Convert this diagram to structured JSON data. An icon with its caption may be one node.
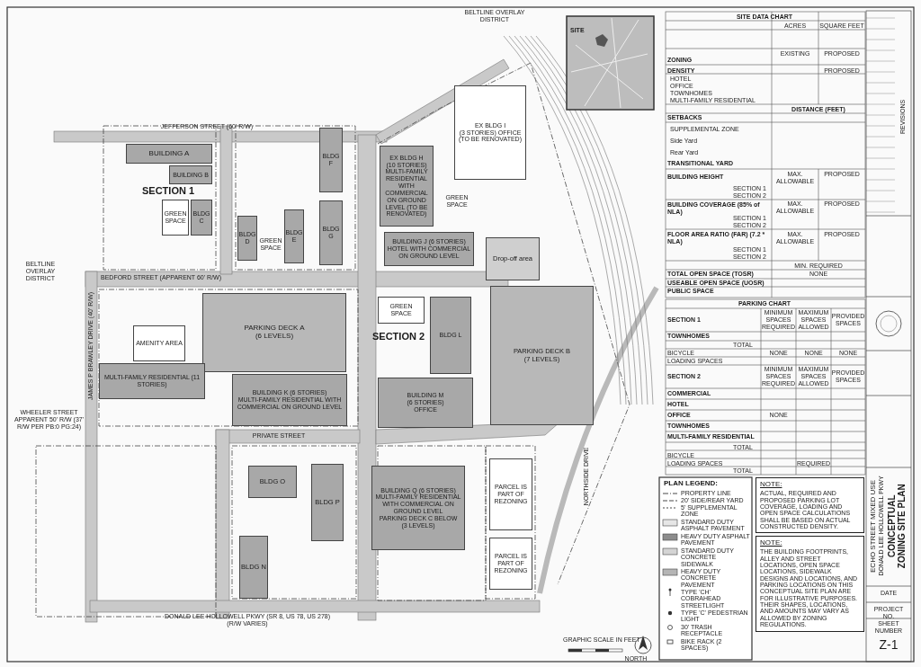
{
  "diagram": {
    "title": "CONCEPTUAL ZONING SITE PLAN",
    "nodes": [
      {
        "text": [
          "BUILDING A"
        ]
      },
      {
        "text": [
          "BUILDING B"
        ]
      },
      {
        "text": [
          "GREEN SPACE"
        ]
      },
      {
        "text": [
          "BLDG C"
        ]
      },
      {
        "text": [
          "BLDG D"
        ]
      },
      {
        "text": [
          "GREEN SPACE"
        ]
      },
      {
        "text": [
          "BLDG E"
        ]
      },
      {
        "text": [
          "BLDG F"
        ]
      },
      {
        "text": [
          "BLDG G"
        ]
      },
      {
        "text": [
          "EX BLDG H",
          "(10 STORIES)",
          "MULTI-FAMILY RESIDENTIAL WITH COMMERCIAL ON GROUND LEVEL (TO BE RENOVATED)"
        ]
      },
      {
        "text": [
          "EX BLDG I",
          "(3 STORIES) OFFICE",
          "(TO BE RENOVATED)"
        ]
      },
      {
        "text": [
          "GREEN SPACE"
        ]
      },
      {
        "text": [
          "BUILDING J (6 STORIES)",
          "HOTEL WITH COMMERCIAL ON GROUND LEVEL"
        ]
      },
      {
        "text": [
          "Drop-off area"
        ]
      },
      {
        "text": [
          "PARKING DECK A",
          "(6 LEVELS)"
        ]
      },
      {
        "text": [
          "AMENITY AREA"
        ]
      },
      {
        "text": [
          "MULTI-FAMILY RESIDENTIAL (11 STORIES)"
        ]
      },
      {
        "text": [
          "BUILDING K (6 STORIES)",
          "MULTI-FAMILY RESIDENTIAL WITH COMMERCIAL ON GROUND LEVEL"
        ]
      },
      {
        "text": [
          "GREEN SPACE"
        ]
      },
      {
        "text": [
          "BLDG L"
        ]
      },
      {
        "text": [
          "PARKING DECK B",
          "(7 LEVELS)"
        ]
      },
      {
        "text": [
          "BUILDING M",
          "(6 STORIES)",
          "OFFICE"
        ]
      },
      {
        "text": [
          "BLDG O"
        ]
      },
      {
        "text": [
          "BLDG P"
        ]
      },
      {
        "text": [
          "BLDG N"
        ]
      },
      {
        "text": [
          "BUILDING Q (6 STORIES)",
          "MULTI-FAMILY RESIDENTIAL WITH COMMERCIAL ON GROUND LEVEL",
          "PARKING DECK C BELOW",
          "(3 LEVELS)"
        ]
      },
      {
        "text": [
          "PARCEL IS PART OF REZONING"
        ]
      },
      {
        "text": [
          "PARCEL IS PART OF REZONING"
        ]
      },
      {
        "text": [
          "NOTE:",
          "ACTUAL, REQUIRED AND PROPOSED PARKING LOT COVERAGE, LOADING AND OPEN SPACE CALCULATIONS SHALL BE BASED ON ACTUAL CONSTRUCTED DENSITY."
        ]
      },
      {
        "text": [
          "NOTE:",
          "THE BUILDING FOOTPRINTS, ALLEY AND STREET LOCATIONS, OPEN SPACE LOCATIONS, SIDEWALK DESIGNS AND LOCATIONS, AND PARKING LOCATIONS ON THIS CONCEPTUAL SITE PLAN ARE FOR ILLUSTRATIVE PURPOSES. THEIR SHAPES, LOCATIONS, AND AMOUNTS MAY VARY AS ALLOWED BY ZONING REGULATIONS."
        ]
      }
    ],
    "labels": [
      "BELTLINE OVERLAY DISTRICT",
      "JEFFERSON STREET (60' R/W)",
      "SECTION 1",
      "BELTLINE OVERLAY DISTRICT",
      "BEDFORD STREET (APPARENT 60' R/W)",
      "JAMES P BRAWLEY DRIVE (40' R/W)",
      "SECTION 2",
      "PRIVATE STREET",
      "WHEELER STREET APPARENT 50' R/W (37' R/W PER PB:0 PG:24)",
      "DONALD LEE HOLLOWELL PKWY (SR 8, US 78, US 278) (R/W VARIES)",
      "NORTHSIDE DRIVE",
      "SITE",
      "SITE DATA CHART",
      "ACRES",
      "SQUARE FEET",
      "ZONING",
      "EXISTING",
      "PROPOSED",
      "DENSITY",
      "PROPOSED",
      "HOTEL",
      "OFFICE",
      "TOWNHOMES",
      "MULTI-FAMILY RESIDENTIAL",
      "DISTANCE (FEET)",
      "SETBACKS",
      "SUPPLEMENTAL ZONE",
      "Side Yard",
      "Rear Yard",
      "TRANSITIONAL YARD",
      "BUILDING HEIGHT",
      "MAX. ALLOWABLE",
      "PROPOSED",
      "SECTION 1",
      "SECTION 2",
      "BUILDING COVERAGE (85% of NLA)",
      "MAX. ALLOWABLE",
      "PROPOSED",
      "SECTION 1",
      "SECTION 2",
      "FLOOR AREA RATIO (FAR) (7.2 * NLA)",
      "MAX. ALLOWABLE",
      "PROPOSED",
      "SECTION 1",
      "SECTION 2",
      "MIN. REQUIRED",
      "TOTAL OPEN SPACE (TOSR)",
      "NONE",
      "USEABLE OPEN SPACE (UOSR)",
      "PUBLIC SPACE",
      "PARKING CHART",
      "SECTION 1",
      "MINIMUM SPACES REQUIRED",
      "MAXIMUM SPACES ALLOWED",
      "PROVIDED SPACES",
      "TOWNHOMES",
      "TOTAL",
      "BICYCLE",
      "NONE",
      "NONE",
      "NONE",
      "LOADING SPACES",
      "SECTION 2",
      "MINIMUM SPACES REQUIRED",
      "MAXIMUM SPACES ALLOWED",
      "PROVIDED SPACES",
      "COMMERCIAL",
      "HOTEL",
      "OFFICE",
      "NONE",
      "TOWNHOMES",
      "MULTI-FAMILY RESIDENTIAL",
      "TOTAL",
      "BICYCLE",
      "LOADING SPACES",
      "REQUIRED",
      "TOTAL",
      "PLAN LEGEND:",
      "GRAPHIC SCALE IN FEET",
      "NORTH",
      "REVISIONS",
      "ECHO STREET MIXED USE",
      "DONALD LEE HOLLOWELL PKWY",
      "DATE",
      "PROJECT NO.",
      "SHEET NUMBER",
      "Z-1"
    ],
    "legend": [
      {
        "text": "PROPERTY LINE"
      },
      {
        "text": "20' SIDE/REAR YARD"
      },
      {
        "text": "5' SUPPLEMENTAL ZONE"
      },
      {
        "text": "STANDARD DUTY ASPHALT PAVEMENT",
        "color": "#e6e6e6"
      },
      {
        "text": "HEAVY DUTY ASPHALT PAVEMENT",
        "color": "#8c8c8c"
      },
      {
        "text": "STANDARD DUTY CONCRETE SIDEWALK",
        "color": "#d4d4d4"
      },
      {
        "text": "HEAVY DUTY CONCRETE PAVEMENT",
        "color": "#b5b5b5"
      },
      {
        "text": "TYPE 'CH' COBRAHEAD STREETLIGHT"
      },
      {
        "text": "TYPE 'C' PEDESTRIAN LIGHT"
      },
      {
        "text": "30' TRASH RECEPTACLE"
      },
      {
        "text": "BIKE RACK (2 SPACES)"
      }
    ]
  }
}
